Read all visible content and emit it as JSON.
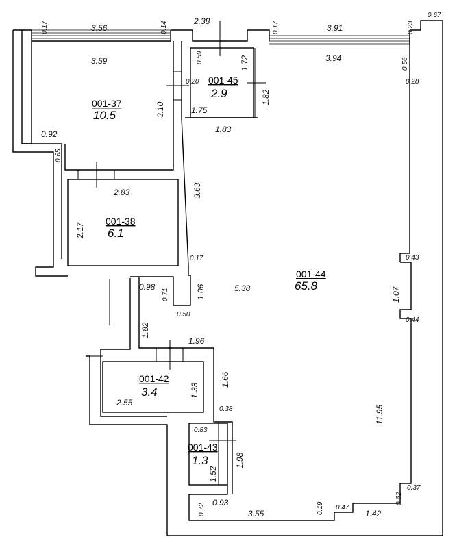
{
  "rooms": [
    {
      "id": "001-37",
      "area": "10.5"
    },
    {
      "id": "001-38",
      "area": "6.1"
    },
    {
      "id": "001-44",
      "area": "65.8"
    },
    {
      "id": "001-45",
      "area": "2.9"
    },
    {
      "id": "001-42",
      "area": "3.4"
    },
    {
      "id": "001-43",
      "area": "1.3"
    }
  ],
  "dimensions": {
    "d_0_17_a": "0.17",
    "d_3_56": "3.56",
    "d_0_14": "0.14",
    "d_2_38": "2.38",
    "d_0_17_b": "0.17",
    "d_3_91": "3.91",
    "d_0_23": "0.23",
    "d_0_67": "0.67",
    "d_3_59": "3.59",
    "d_0_59": "0.59",
    "d_1_72": "1.72",
    "d_3_94": "3.94",
    "d_0_56": "0.56",
    "d_0_28": "0.28",
    "d_0_20": "0.20",
    "d_3_10": "3.10",
    "d_1_82_a": "1.82",
    "d_1_75": "1.75",
    "d_1_83": "1.83",
    "d_0_92": "0.92",
    "d_0_65": "0.65",
    "d_2_83": "2.83",
    "d_3_63": "3.63",
    "d_2_17": "2.17",
    "d_0_17_c": "0.17",
    "d_0_43": "0.43",
    "d_0_98": "0.98",
    "d_0_71": "0.71",
    "d_1_06": "1.06",
    "d_5_38": "5.38",
    "d_0_50": "0.50",
    "d_1_07": "1.07",
    "d_0_44": "0.44",
    "d_1_82_b": "1.82",
    "d_1_96": "1.96",
    "d_1_66": "1.66",
    "d_1_33": "1.33",
    "d_2_55": "2.55",
    "d_0_38": "0.38",
    "d_11_95": "11.95",
    "d_0_83": "0.83",
    "d_1_98": "1.98",
    "d_1_52": "1.52",
    "d_0_72": "0.72",
    "d_0_93": "0.93",
    "d_3_55": "3.55",
    "d_0_19": "0.19",
    "d_0_47": "0.47",
    "d_1_42": "1.42",
    "d_0_62": "0.62",
    "d_0_37": "0.37"
  }
}
